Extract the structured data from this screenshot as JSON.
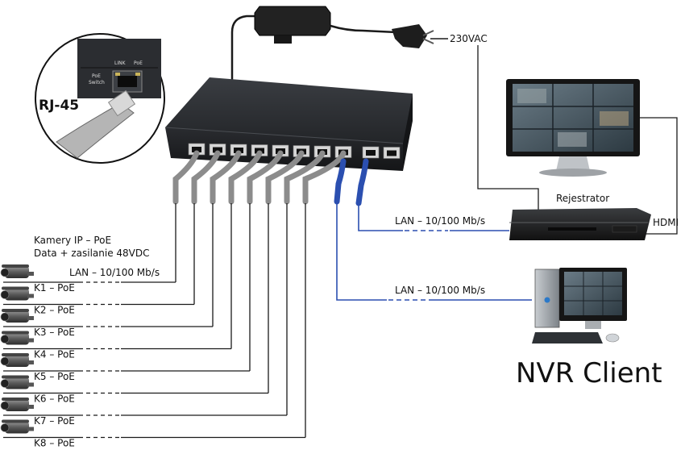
{
  "labels": {
    "ac_power": "230VAC",
    "recorder": "Rejestrator",
    "hdmi": "HDMI",
    "lan_recorder": "LAN – 10/100 Mb/s",
    "lan_client": "LAN – 10/100 Mb/s",
    "lan_cameras": "LAN – 10/100 Mb/s",
    "cameras_title": "Kamery IP – PoE",
    "cameras_subtitle": "Data + zasilanie 48VDC",
    "nvr_client": "NVR Client",
    "rj45": "RJ-45",
    "zoom_link": "LINK",
    "zoom_poe": "PoE",
    "zoom_switch1": "PoE",
    "zoom_switch2": "Switch"
  },
  "cameras": [
    {
      "label": "K1 – PoE"
    },
    {
      "label": "K2 – PoE"
    },
    {
      "label": "K3 – PoE"
    },
    {
      "label": "K4 – PoE"
    },
    {
      "label": "K5 – PoE"
    },
    {
      "label": "K6 – PoE"
    },
    {
      "label": "K7 – PoE"
    },
    {
      "label": "K8 – PoE"
    }
  ],
  "colors": {
    "poe_cable": "#8c8c8c",
    "lan_cable": "#2b4fb0",
    "line": "#1a1a1a",
    "switch_body": "#2a2c30"
  }
}
